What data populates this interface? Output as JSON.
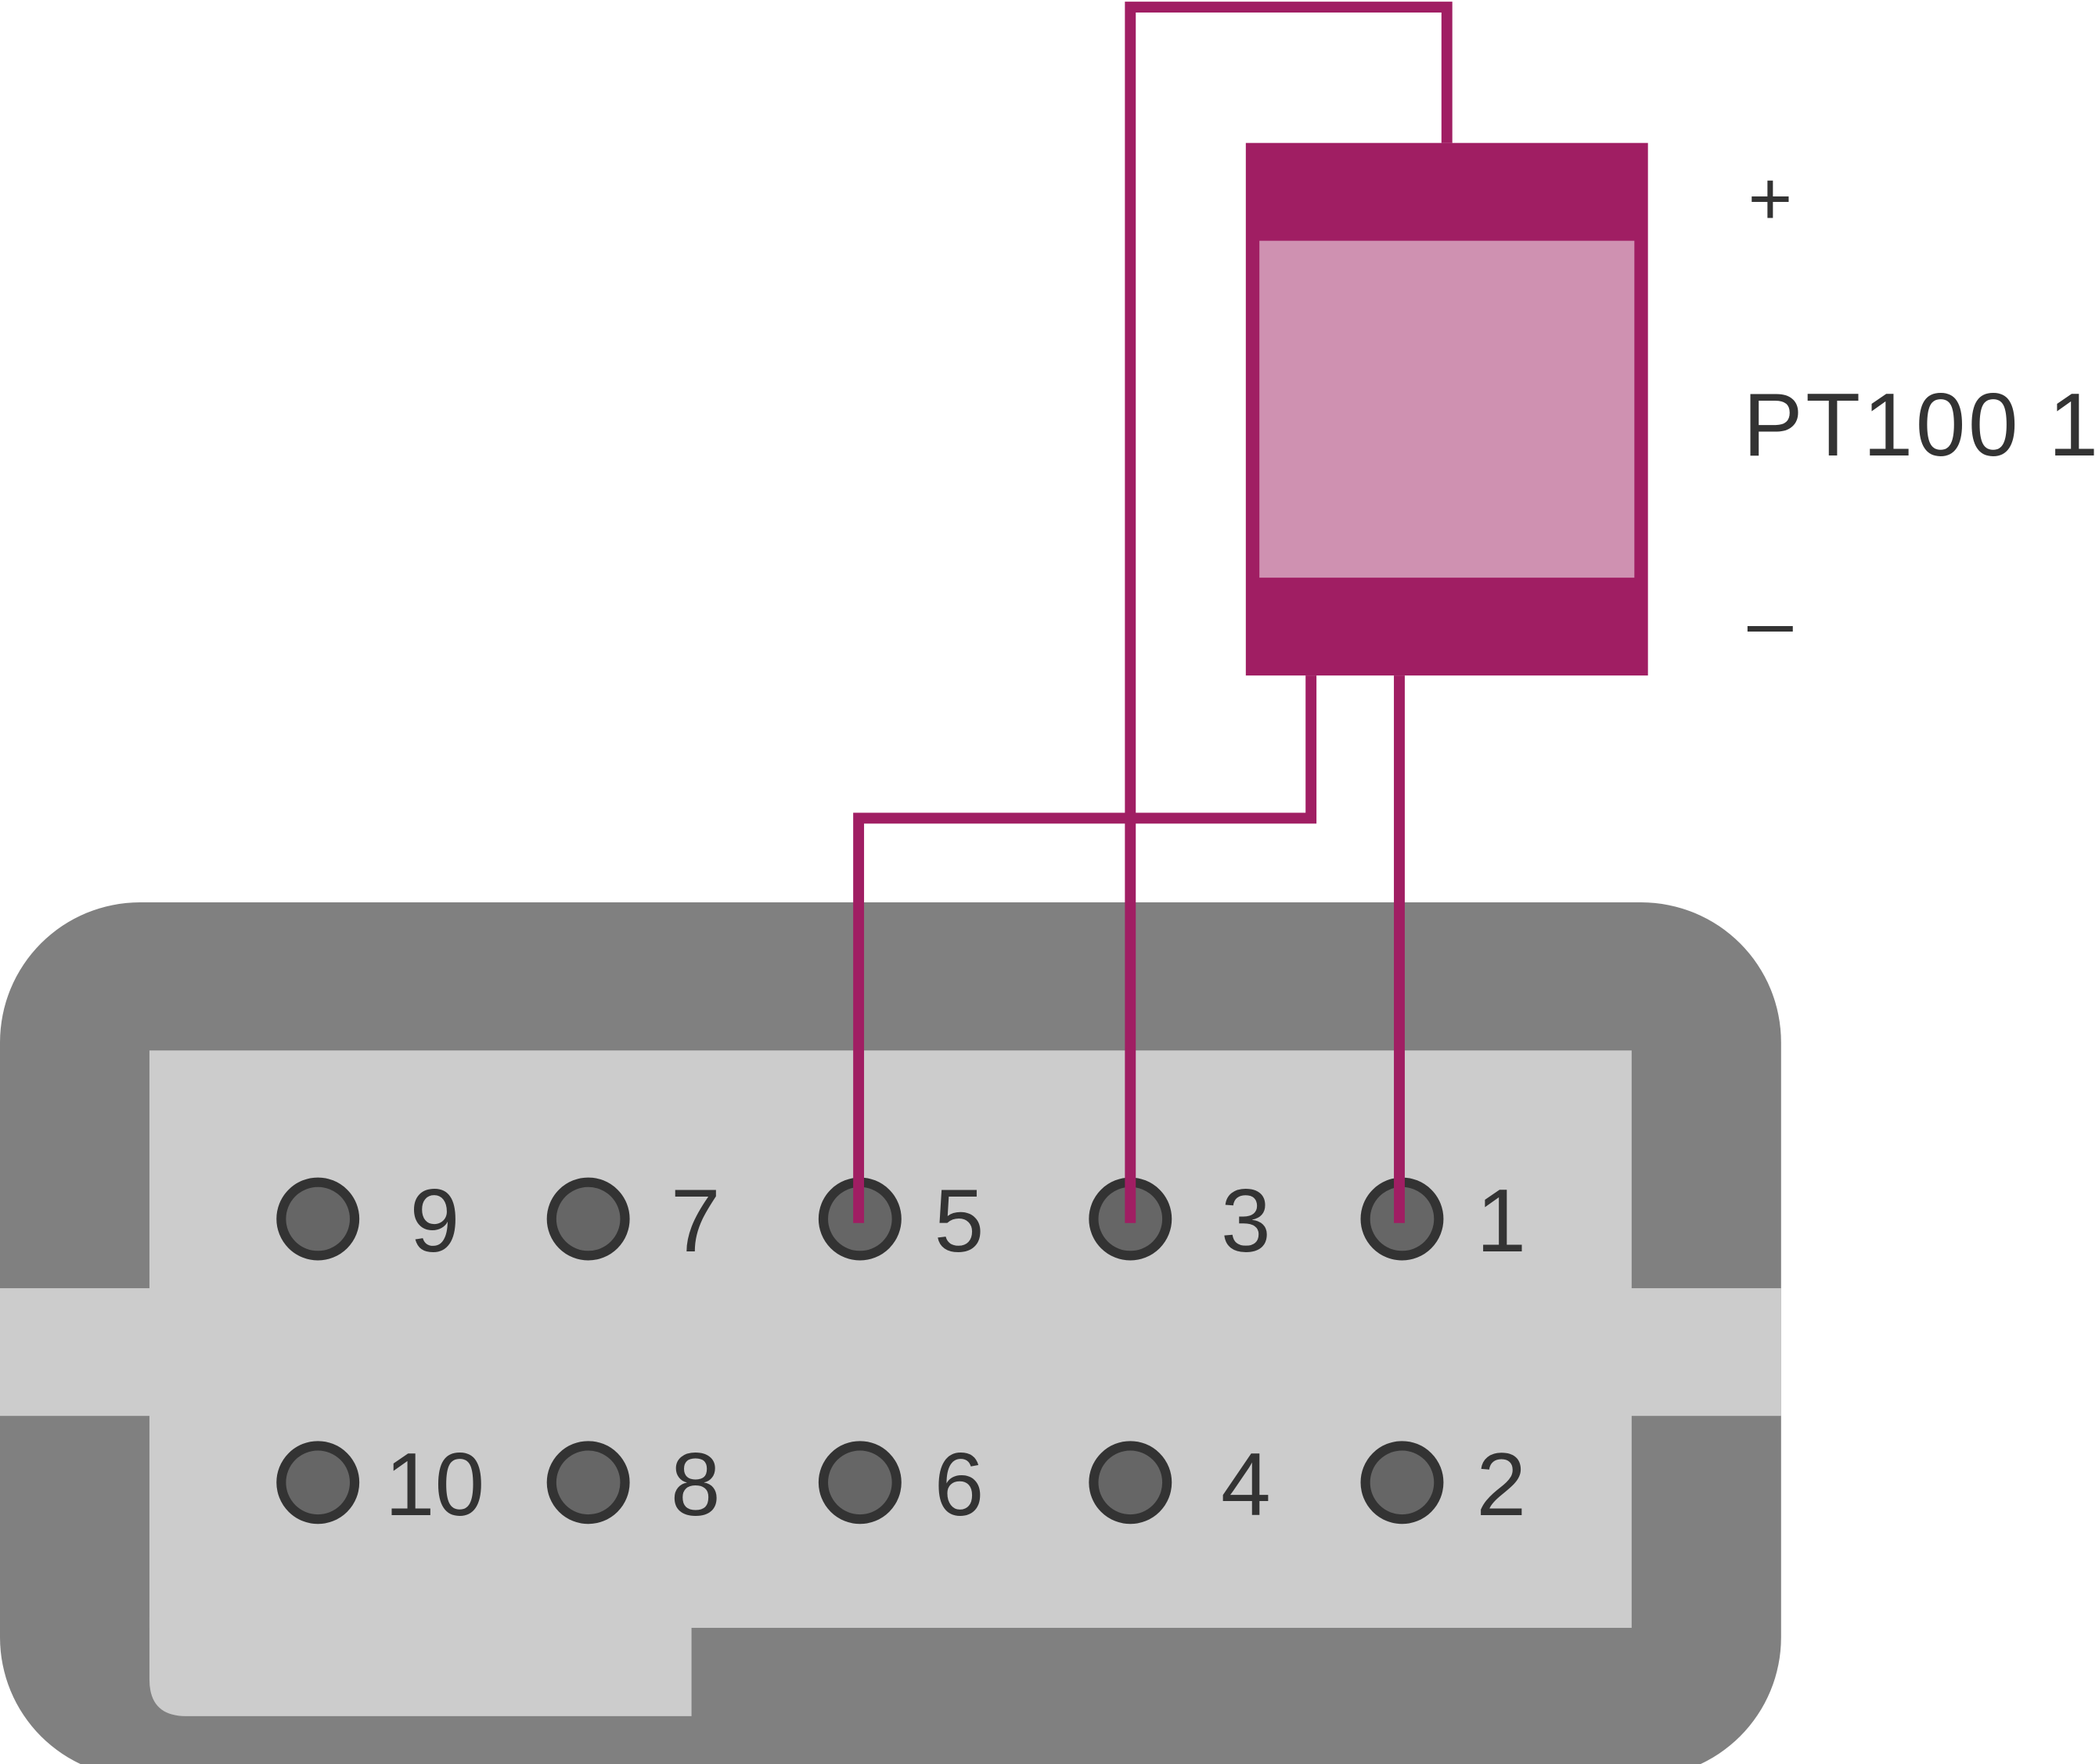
{
  "sensor": {
    "label": "PT100 1",
    "plus_label": "+",
    "minus_label": "–",
    "body_color": "#a01e63",
    "window_color": "#cf91b1"
  },
  "connector": {
    "housing_color": "#808080",
    "face_color": "#cccccc",
    "pins_top": [
      "9",
      "7",
      "5",
      "3",
      "1"
    ],
    "pins_bottom": [
      "10",
      "8",
      "6",
      "4",
      "2"
    ]
  },
  "wiring": [
    {
      "from": "+",
      "to_pin": "3"
    },
    {
      "from": "-",
      "to_pin": "5"
    },
    {
      "from": "-",
      "to_pin": "1"
    }
  ]
}
